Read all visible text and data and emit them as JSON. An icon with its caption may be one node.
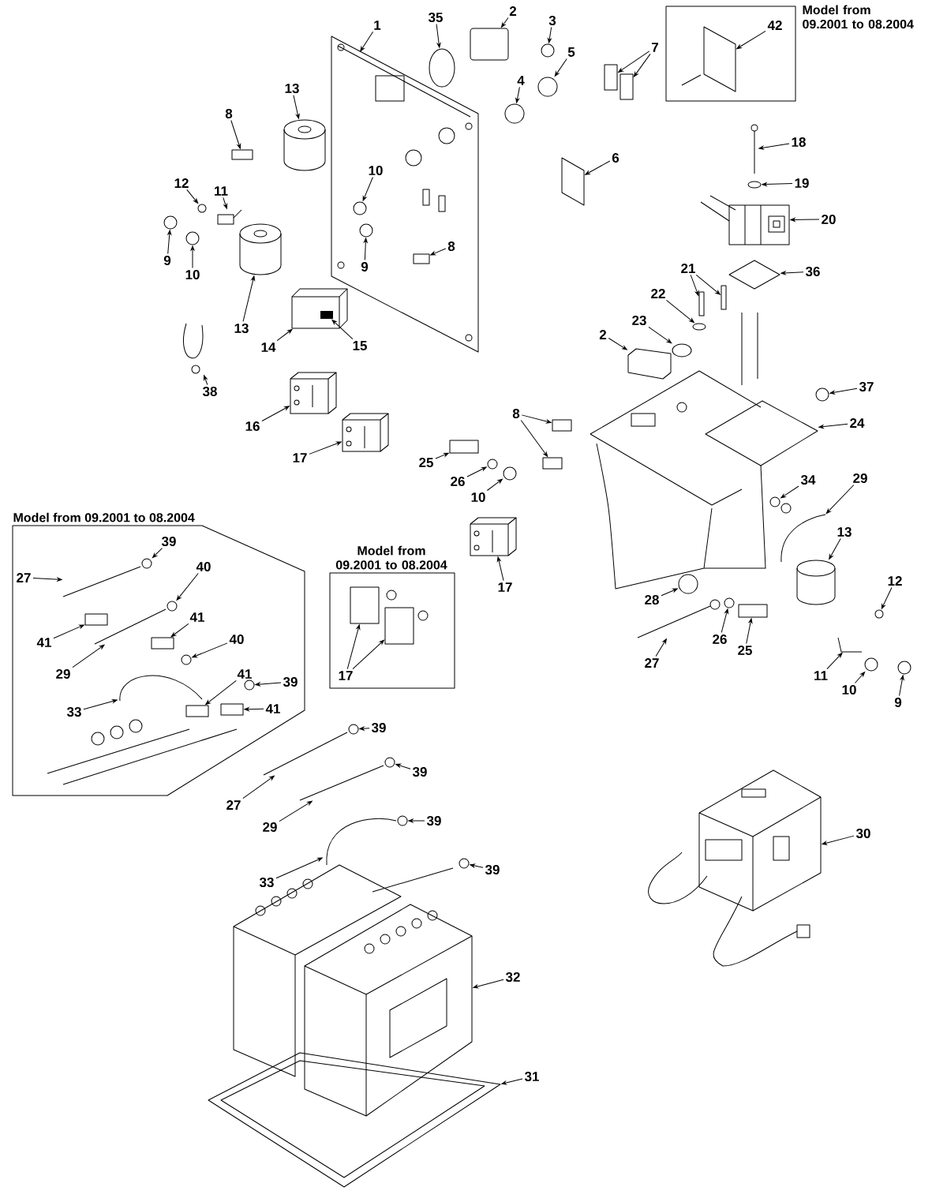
{
  "diagram": {
    "nodes": [
      {
        "text": [
          "Model from 09.2001 to 08.2004"
        ]
      },
      {
        "text": [
          "Model from 09.2001 to 08.2004"
        ]
      },
      {
        "text": [
          "Model from 09.2001 to 08.2004"
        ]
      },
      {
        "text": [],
        "shape": "box",
        "in": 0
      },
      {
        "text": [],
        "shape": "picture"
      },
      {
        "text": [],
        "shape": "circle"
      },
      {
        "text": [],
        "shape": "box"
      },
      {
        "text": [],
        "shape": "circle"
      },
      {
        "text": [],
        "shape": "circle"
      },
      {
        "text": [],
        "shape": "box"
      },
      {
        "text": [],
        "shape": "box"
      },
      {
        "text": [],
        "shape": "circle"
      },
      {
        "text": [],
        "shape": "picture"
      },
      {
        "text": [],
        "shape": "box"
      },
      {
        "text": [],
        "shape": "picture"
      },
      {
        "text": [],
        "shape": "box"
      },
      {
        "text": [],
        "shape": "circle",
        "in": 4
      },
      {
        "text": [],
        "shape": "circle"
      },
      {
        "text": [],
        "shape": "picture"
      },
      {
        "text": [],
        "shape": "circle"
      },
      {
        "text": [],
        "shape": "picture"
      },
      {
        "text": [],
        "shape": "box",
        "in": 4
      },
      {
        "text": [],
        "shape": "circle"
      },
      {
        "text": [],
        "shape": "circle",
        "in": 4
      },
      {
        "text": [],
        "shape": "box"
      },
      {
        "text": [],
        "shape": "box"
      },
      {
        "text": [],
        "shape": "circle"
      },
      {
        "text": [],
        "shape": "diamond"
      },
      {
        "text": [],
        "shape": "circle"
      },
      {
        "text": [],
        "shape": "circle"
      },
      {
        "text": [],
        "shape": "picture"
      },
      {
        "text": [],
        "shape": "box"
      },
      {
        "text": [],
        "shape": "picture"
      },
      {
        "text": [],
        "shape": "box",
        "in": 32
      },
      {
        "text": [],
        "shape": "circle"
      },
      {
        "text": [],
        "shape": "picture"
      },
      {
        "text": [],
        "shape": "box"
      },
      {
        "text": [],
        "shape": "box"
      },
      {
        "text": [],
        "shape": "diamond"
      },
      {
        "text": [],
        "shape": "picture"
      },
      {
        "text": [],
        "shape": "picture"
      },
      {
        "text": [],
        "shape": "box"
      },
      {
        "text": [],
        "shape": "picture"
      },
      {
        "text": [],
        "shape": "circle"
      },
      {
        "text": [],
        "shape": "circle"
      },
      {
        "text": [],
        "shape": "circle"
      },
      {
        "text": [],
        "shape": "circle",
        "in": 1
      },
      {
        "text": [],
        "shape": "circle",
        "in": 1
      },
      {
        "text": [],
        "shape": "picture",
        "in": 1
      },
      {
        "text": [],
        "shape": "box",
        "in": 1
      },
      {
        "text": [],
        "shape": "circle",
        "in": 1
      },
      {
        "text": [],
        "shape": "box",
        "in": 1
      },
      {
        "text": [],
        "shape": "picture",
        "in": 1
      },
      {
        "text": [],
        "shape": "box",
        "in": 1
      },
      {
        "text": [],
        "shape": "circle",
        "in": 1
      },
      {
        "text": [],
        "shape": "picture",
        "in": 1
      },
      {
        "text": [],
        "shape": "box",
        "in": 1
      },
      {
        "text": [],
        "shape": "box",
        "in": 2
      },
      {
        "text": [],
        "shape": "box",
        "in": 2
      },
      {
        "text": [],
        "shape": "picture"
      },
      {
        "text": [],
        "shape": "picture"
      },
      {
        "text": [],
        "shape": "circle"
      },
      {
        "text": [],
        "shape": "circle"
      },
      {
        "text": [],
        "shape": "circle"
      },
      {
        "text": [],
        "shape": "box"
      },
      {
        "text": [],
        "shape": "picture"
      },
      {
        "text": [],
        "shape": "picture"
      },
      {
        "text": [],
        "shape": "circle"
      },
      {
        "text": [],
        "shape": "circle"
      },
      {
        "text": [],
        "shape": "circle"
      },
      {
        "text": [],
        "shape": "circle"
      },
      {
        "text": [],
        "shape": "picture"
      },
      {
        "text": [],
        "shape": "picture"
      },
      {
        "text": [],
        "shape": "circle"
      },
      {
        "text": [],
        "shape": "picture"
      },
      {
        "text": [],
        "shape": "picture"
      },
      {
        "text": [],
        "shape": "circle"
      },
      {
        "text": [],
        "shape": "picture"
      },
      {
        "text": [],
        "shape": "picture"
      },
      {
        "text": [
          "42"
        ],
        "in": 0
      },
      {
        "text": [
          "1"
        ]
      },
      {
        "text": [
          "35"
        ]
      },
      {
        "text": [
          "2"
        ]
      },
      {
        "text": [
          "3"
        ]
      },
      {
        "text": [
          "5"
        ]
      },
      {
        "text": [
          "7"
        ]
      },
      {
        "text": [
          "4"
        ]
      },
      {
        "text": [
          "13"
        ]
      },
      {
        "text": [
          "8"
        ]
      },
      {
        "text": [
          "18"
        ]
      },
      {
        "text": [
          "6"
        ]
      },
      {
        "text": [
          "10"
        ],
        "in": 4
      },
      {
        "text": [
          "12"
        ]
      },
      {
        "text": [
          "11"
        ]
      },
      {
        "text": [
          "19"
        ]
      },
      {
        "text": [
          "20"
        ]
      },
      {
        "text": [
          "8"
        ],
        "in": 4
      },
      {
        "text": [
          "9"
        ]
      },
      {
        "text": [
          "9"
        ],
        "in": 4
      },
      {
        "text": [
          "21"
        ]
      },
      {
        "text": [
          "10"
        ]
      },
      {
        "text": [
          "36"
        ]
      },
      {
        "text": [
          "22"
        ]
      },
      {
        "text": [
          "23"
        ]
      },
      {
        "text": [
          "13"
        ]
      },
      {
        "text": [
          "2"
        ]
      },
      {
        "text": [
          "15"
        ]
      },
      {
        "text": [
          "14"
        ]
      },
      {
        "text": [
          "37"
        ]
      },
      {
        "text": [
          "38"
        ]
      },
      {
        "text": [
          "8"
        ]
      },
      {
        "text": [
          "24"
        ]
      },
      {
        "text": [
          "16"
        ]
      },
      {
        "text": [
          "17"
        ]
      },
      {
        "text": [
          "25"
        ]
      },
      {
        "text": [
          "29"
        ]
      },
      {
        "text": [
          "34"
        ]
      },
      {
        "text": [
          "26"
        ]
      },
      {
        "text": [
          "10"
        ]
      },
      {
        "text": [
          "39"
        ],
        "in": 1
      },
      {
        "text": [
          "40"
        ],
        "in": 1
      },
      {
        "text": [
          "27"
        ],
        "in": 1
      },
      {
        "text": [
          "41"
        ],
        "in": 1
      },
      {
        "text": [
          "40"
        ],
        "in": 1
      },
      {
        "text": [
          "41"
        ],
        "in": 1
      },
      {
        "text": [
          "29"
        ],
        "in": 1
      },
      {
        "text": [
          "41"
        ],
        "in": 1
      },
      {
        "text": [
          "39"
        ],
        "in": 1
      },
      {
        "text": [
          "33"
        ],
        "in": 1
      },
      {
        "text": [
          "41"
        ],
        "in": 1
      },
      {
        "text": [
          "17"
        ],
        "in": 2
      },
      {
        "text": [
          "13"
        ]
      },
      {
        "text": [
          "17"
        ]
      },
      {
        "text": [
          "12"
        ]
      },
      {
        "text": [
          "28"
        ]
      },
      {
        "text": [
          "26"
        ]
      },
      {
        "text": [
          "25"
        ]
      },
      {
        "text": [
          "27"
        ]
      },
      {
        "text": [
          "11"
        ]
      },
      {
        "text": [
          "10"
        ]
      },
      {
        "text": [
          "9"
        ]
      },
      {
        "text": [
          "39"
        ]
      },
      {
        "text": [
          "39"
        ]
      },
      {
        "text": [
          "27"
        ]
      },
      {
        "text": [
          "29"
        ]
      },
      {
        "text": [
          "39"
        ]
      },
      {
        "text": [
          "30"
        ]
      },
      {
        "text": [
          "33"
        ]
      },
      {
        "text": [
          "39"
        ]
      },
      {
        "text": [
          "32"
        ]
      },
      {
        "text": [
          "31"
        ]
      }
    ],
    "edges": [
      {
        "from": 79,
        "to": 3,
        "arrow": "to"
      },
      {
        "from": 80,
        "to": 4,
        "arrow": "to"
      },
      {
        "from": 81,
        "to": 5,
        "arrow": "to"
      },
      {
        "from": 82,
        "to": 6,
        "arrow": "to"
      },
      {
        "from": 83,
        "to": 7,
        "arrow": "to"
      },
      {
        "from": 84,
        "to": 8,
        "arrow": "to"
      },
      {
        "from": 85,
        "to": 9,
        "arrow": "to"
      },
      {
        "from": 85,
        "to": 10,
        "arrow": "to"
      },
      {
        "from": 86,
        "to": 11,
        "arrow": "to"
      },
      {
        "from": 87,
        "to": 12,
        "arrow": "to"
      },
      {
        "from": 88,
        "to": 13,
        "arrow": "to"
      },
      {
        "from": 89,
        "to": 14,
        "arrow": "to"
      },
      {
        "from": 90,
        "to": 15,
        "arrow": "to"
      },
      {
        "from": 91,
        "to": 16,
        "arrow": "to"
      },
      {
        "from": 92,
        "to": 17,
        "arrow": "to"
      },
      {
        "from": 93,
        "to": 18,
        "arrow": "to"
      },
      {
        "from": 94,
        "to": 19,
        "arrow": "to"
      },
      {
        "from": 95,
        "to": 20,
        "arrow": "to"
      },
      {
        "from": 96,
        "to": 21,
        "arrow": "to"
      },
      {
        "from": 97,
        "to": 22,
        "arrow": "to"
      },
      {
        "from": 98,
        "to": 23,
        "arrow": "to"
      },
      {
        "from": 99,
        "to": 24,
        "arrow": "to"
      },
      {
        "from": 99,
        "to": 25,
        "arrow": "to"
      },
      {
        "from": 100,
        "to": 26,
        "arrow": "to"
      },
      {
        "from": 101,
        "to": 27,
        "arrow": "to"
      },
      {
        "from": 102,
        "to": 28,
        "arrow": "to"
      },
      {
        "from": 103,
        "to": 29,
        "arrow": "to"
      },
      {
        "from": 104,
        "to": 30,
        "arrow": "to"
      },
      {
        "from": 105,
        "to": 31,
        "arrow": "to"
      },
      {
        "from": 106,
        "to": 33,
        "arrow": "to"
      },
      {
        "from": 107,
        "to": 32,
        "arrow": "to"
      },
      {
        "from": 108,
        "to": 34,
        "arrow": "to"
      },
      {
        "from": 109,
        "to": 35,
        "arrow": "to"
      },
      {
        "from": 110,
        "to": 36,
        "arrow": "to"
      },
      {
        "from": 110,
        "to": 37,
        "arrow": "to"
      },
      {
        "from": 111,
        "to": 38,
        "arrow": "to"
      },
      {
        "from": 112,
        "to": 39,
        "arrow": "to"
      },
      {
        "from": 113,
        "to": 40,
        "arrow": "to"
      },
      {
        "from": 114,
        "to": 41,
        "arrow": "to"
      },
      {
        "from": 115,
        "to": 42,
        "arrow": "to"
      },
      {
        "from": 116,
        "to": 43,
        "arrow": "to"
      },
      {
        "from": 117,
        "to": 44,
        "arrow": "to"
      },
      {
        "from": 118,
        "to": 45,
        "arrow": "to"
      },
      {
        "from": 119,
        "to": 46,
        "arrow": "to"
      },
      {
        "from": 120,
        "to": 47,
        "arrow": "to"
      },
      {
        "from": 121,
        "to": 48,
        "arrow": "to"
      },
      {
        "from": 122,
        "to": 49,
        "arrow": "to"
      },
      {
        "from": 123,
        "to": 50,
        "arrow": "to"
      },
      {
        "from": 124,
        "to": 51,
        "arrow": "to"
      },
      {
        "from": 125,
        "to": 52,
        "arrow": "to"
      },
      {
        "from": 126,
        "to": 53,
        "arrow": "to"
      },
      {
        "from": 127,
        "to": 54,
        "arrow": "to"
      },
      {
        "from": 128,
        "to": 55,
        "arrow": "to"
      },
      {
        "from": 129,
        "to": 56,
        "arrow": "to"
      },
      {
        "from": 130,
        "to": 57,
        "arrow": "to"
      },
      {
        "from": 130,
        "to": 58,
        "arrow": "to"
      },
      {
        "from": 131,
        "to": 59,
        "arrow": "to"
      },
      {
        "from": 132,
        "to": 60,
        "arrow": "to"
      },
      {
        "from": 133,
        "to": 61,
        "arrow": "to"
      },
      {
        "from": 134,
        "to": 62,
        "arrow": "to"
      },
      {
        "from": 135,
        "to": 63,
        "arrow": "to"
      },
      {
        "from": 136,
        "to": 64,
        "arrow": "to"
      },
      {
        "from": 137,
        "to": 65,
        "arrow": "to"
      },
      {
        "from": 138,
        "to": 66,
        "arrow": "to"
      },
      {
        "from": 139,
        "to": 67,
        "arrow": "to"
      },
      {
        "from": 140,
        "to": 68,
        "arrow": "to"
      },
      {
        "from": 141,
        "to": 69,
        "arrow": "to"
      },
      {
        "from": 142,
        "to": 70,
        "arrow": "to"
      },
      {
        "from": 143,
        "to": 71,
        "arrow": "to"
      },
      {
        "from": 144,
        "to": 72,
        "arrow": "to"
      },
      {
        "from": 145,
        "to": 73,
        "arrow": "to"
      },
      {
        "from": 146,
        "to": 74,
        "arrow": "to"
      },
      {
        "from": 147,
        "to": 75,
        "arrow": "to"
      },
      {
        "from": 148,
        "to": 76,
        "arrow": "to"
      },
      {
        "from": 149,
        "to": 77,
        "arrow": "to"
      },
      {
        "from": 150,
        "to": 78,
        "arrow": "to"
      }
    ]
  }
}
